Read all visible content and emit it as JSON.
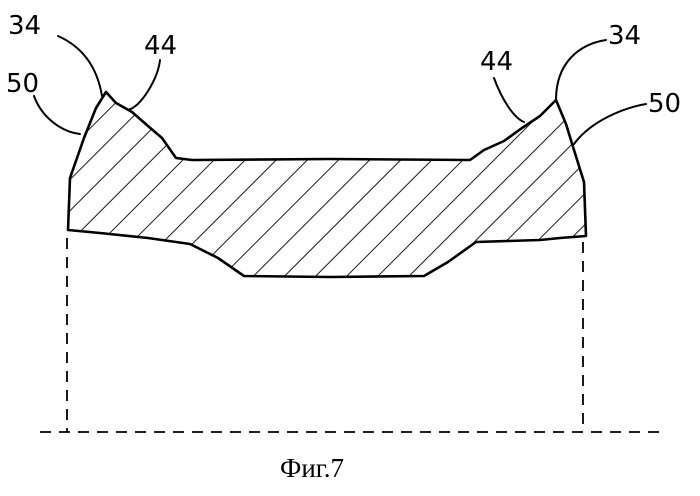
{
  "figure": {
    "caption": "Фиг.7",
    "labels": {
      "left_34": "34",
      "left_44": "44",
      "left_50": "50",
      "right_34": "34",
      "right_44": "44",
      "right_50": "50"
    }
  }
}
